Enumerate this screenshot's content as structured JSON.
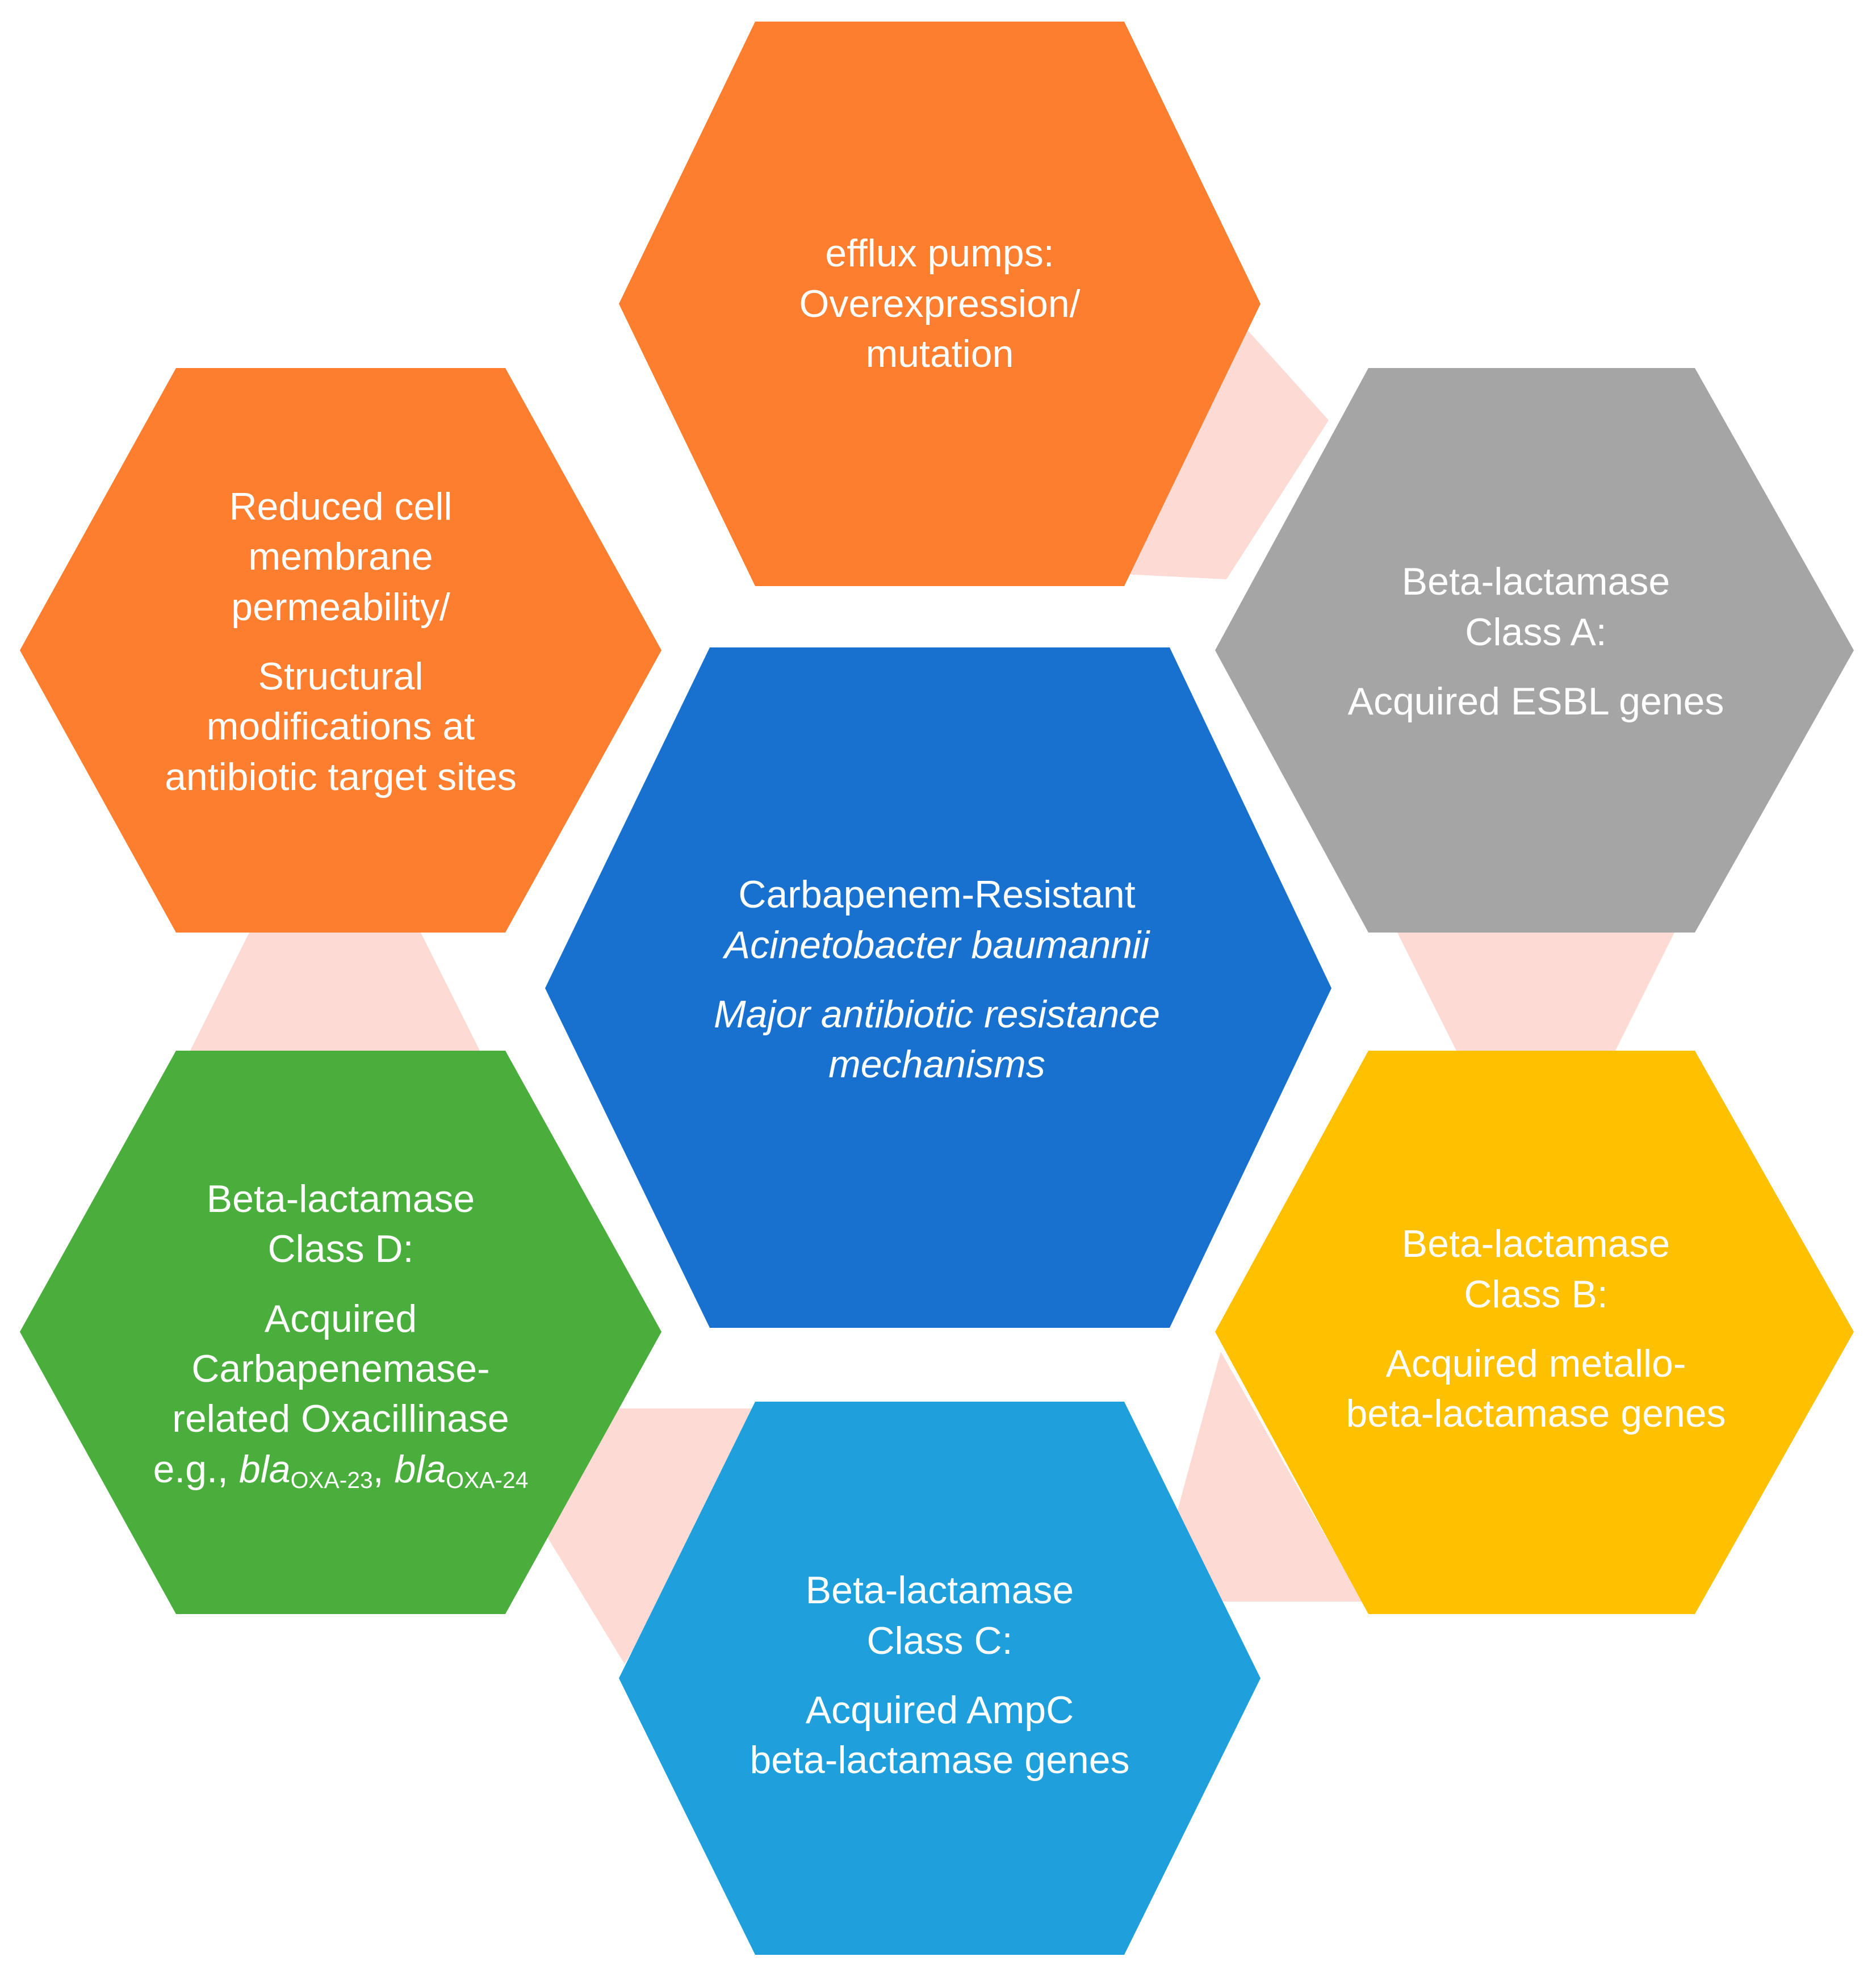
{
  "colors": {
    "orange": "#FD7E2F",
    "gray": "#A5A5A5",
    "yellow": "#FFC000",
    "green": "#4AAE3C",
    "light_blue": "#1FA0DD",
    "dark_blue": "#1971CF",
    "connector": "#FDDAD3",
    "text": "#FFFFFF"
  },
  "center": {
    "line1": "Carbapenem-Resistant",
    "line2": "Acinetobacter baumannii",
    "line3": "Major antibiotic resistance",
    "line4": "mechanisms"
  },
  "efflux": {
    "line1": "efflux pumps:",
    "line2": "Overexpression/",
    "line3": "mutation"
  },
  "permeability": {
    "line1": "Reduced cell",
    "line2": "membrane",
    "line3": "permeability/",
    "line4": "Structural",
    "line5": "modifications at",
    "line6": "antibiotic target sites"
  },
  "class_a": {
    "line1": "Beta-lactamase",
    "line2": "Class A:",
    "line3": "Acquired ESBL genes"
  },
  "class_b": {
    "line1": "Beta-lactamase",
    "line2": "Class B:",
    "line3": "Acquired metallo-",
    "line4": "beta-lactamase genes"
  },
  "class_c": {
    "line1": "Beta-lactamase",
    "line2": "Class C:",
    "line3": "Acquired AmpC",
    "line4": "beta-lactamase genes"
  },
  "class_d": {
    "line1": "Beta-lactamase",
    "line2": "Class D:",
    "line3": "Acquired",
    "line4": "Carbapenemase-",
    "line5": "related Oxacillinase",
    "prefix": "e.g.,",
    "gene_italic": "bla",
    "gene1_sub": "OXA-23",
    "separator": ",",
    "gene2_sub": "OXA-24"
  }
}
